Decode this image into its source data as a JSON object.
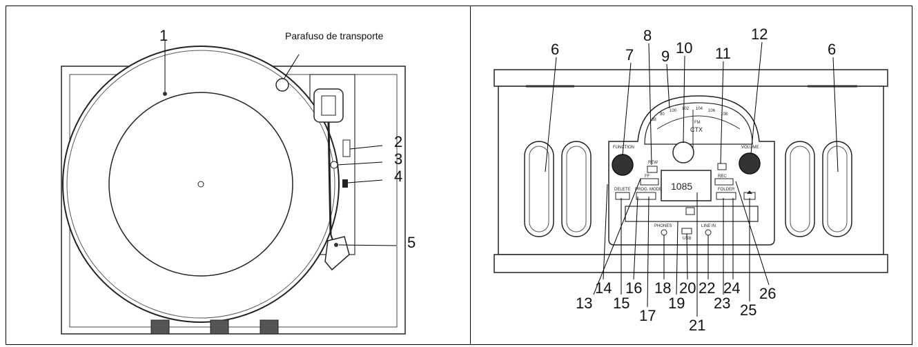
{
  "left_diagram": {
    "transport_screw_label": "Parafuso de transporte",
    "callouts": [
      "1",
      "2",
      "3",
      "4",
      "5"
    ]
  },
  "right_diagram": {
    "callouts": [
      "6",
      "6",
      "7",
      "8",
      "9",
      "10",
      "11",
      "12",
      "13",
      "14",
      "15",
      "16",
      "17",
      "18",
      "19",
      "20",
      "21",
      "22",
      "23",
      "24",
      "25",
      "26"
    ],
    "dial_scale": [
      "88",
      "90",
      "100",
      "102",
      "104",
      "106",
      "108"
    ],
    "dial_band": "FM",
    "brand": "CTX",
    "lcd_digits": "1085",
    "knob_labels": {
      "function": "FUNCTION",
      "volume": "VOLUME"
    },
    "button_labels": {
      "rew": "REW",
      "ff": "FF",
      "rec": "REC",
      "delete": "DELETE",
      "prog_mode": "PROG. MODE",
      "folder": "FOLDER",
      "phones": "PHONES",
      "usb": "USB",
      "line_in": "LINE IN"
    }
  }
}
